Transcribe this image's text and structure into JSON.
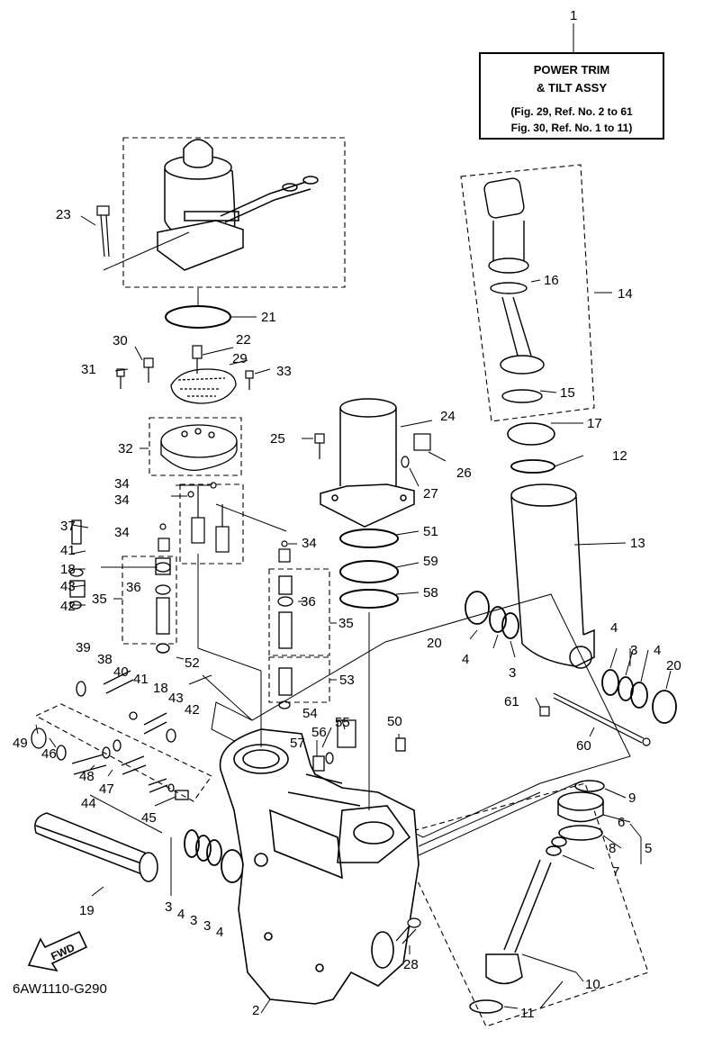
{
  "title_box": {
    "line1": "POWER TRIM",
    "line2": "& TILT ASSY",
    "line3": "(Fig. 29, Ref. No. 2 to 61",
    "line4": "Fig. 30, Ref. No. 1 to 11)"
  },
  "figure_code": "6AW1110-G290",
  "fwd_label": "FWD",
  "part_numbers": [
    "1",
    "2",
    "3",
    "3",
    "3",
    "3",
    "3",
    "4",
    "4",
    "4",
    "4",
    "4",
    "5",
    "6",
    "7",
    "8",
    "9",
    "10",
    "11",
    "12",
    "13",
    "14",
    "15",
    "16",
    "17",
    "18",
    "18",
    "19",
    "20",
    "20",
    "21",
    "22",
    "23",
    "24",
    "25",
    "26",
    "27",
    "28",
    "29",
    "30",
    "31",
    "32",
    "33",
    "34",
    "34",
    "34",
    "34",
    "35",
    "35",
    "36",
    "36",
    "37",
    "38",
    "39",
    "40",
    "41",
    "41",
    "42",
    "42",
    "43",
    "43",
    "44",
    "45",
    "46",
    "47",
    "48",
    "49",
    "50",
    "51",
    "52",
    "53",
    "54",
    "55",
    "56",
    "57",
    "58",
    "59",
    "60",
    "61"
  ]
}
